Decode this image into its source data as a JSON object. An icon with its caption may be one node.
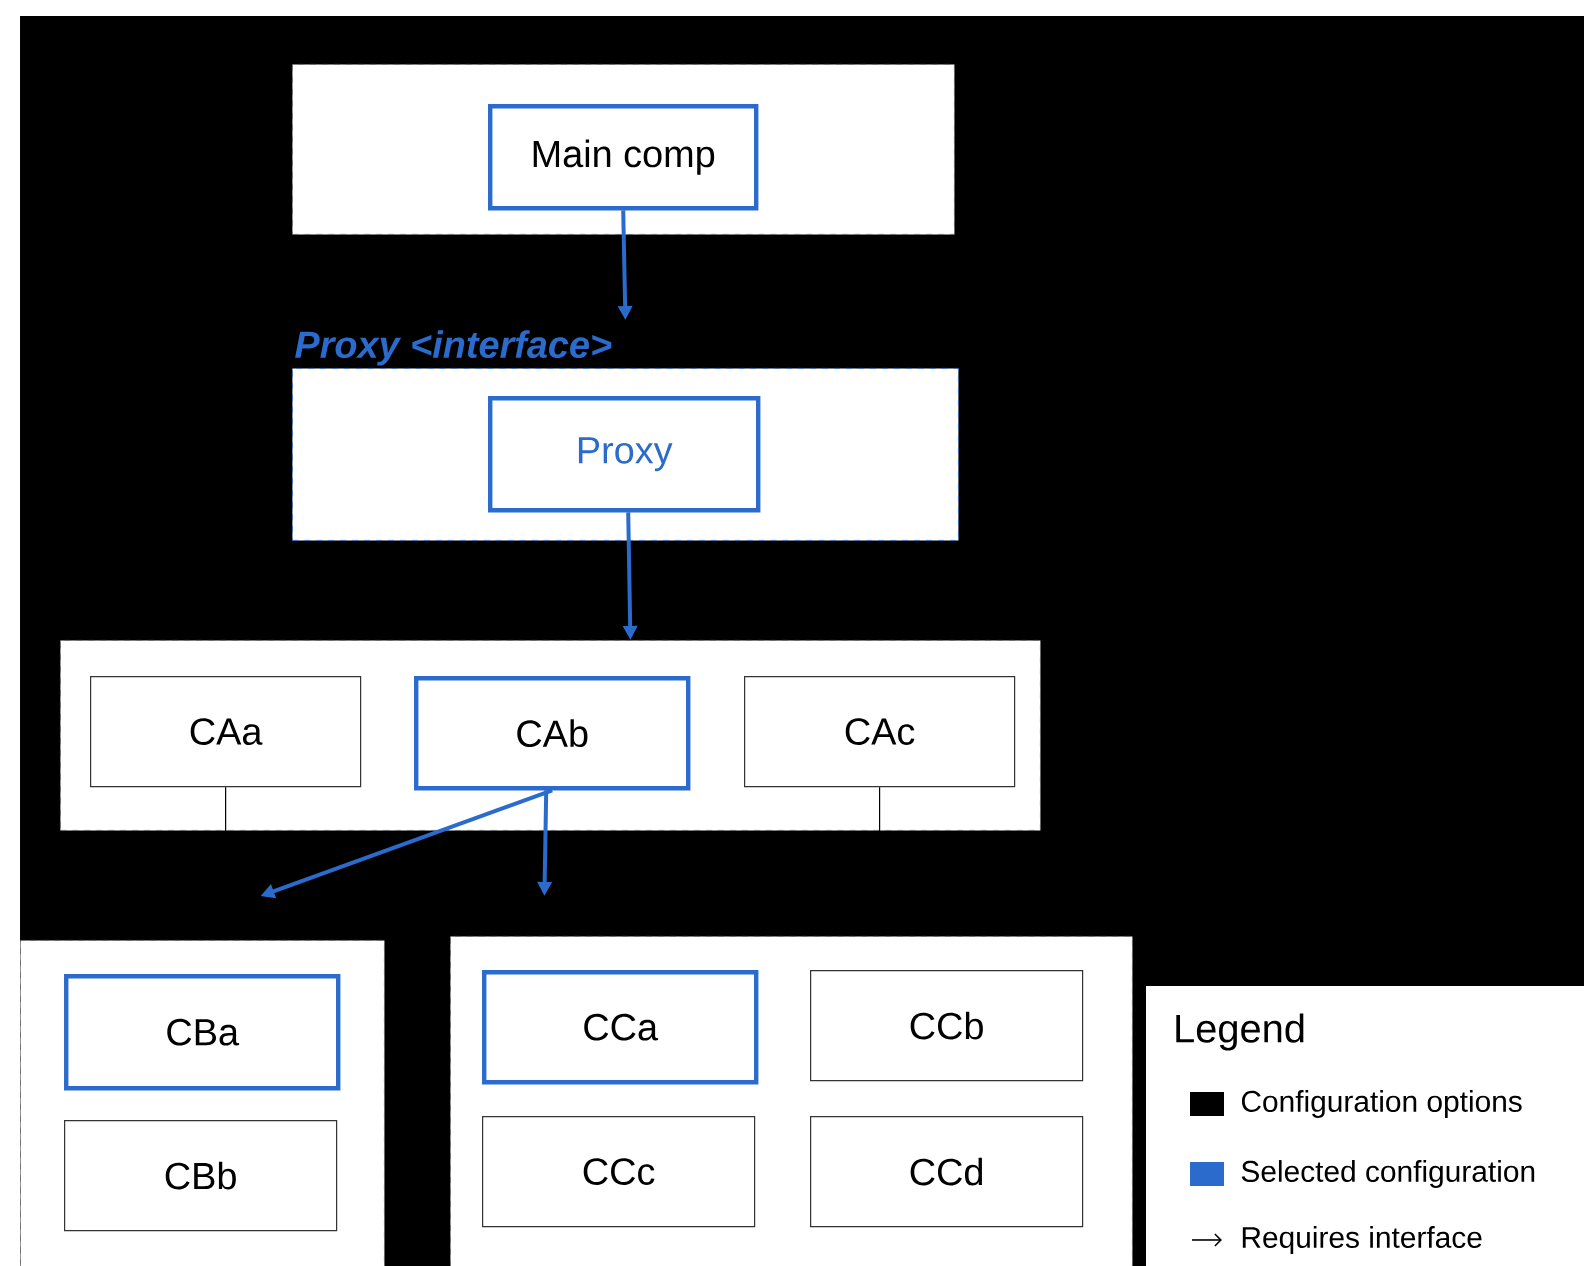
{
  "diagram": {
    "nodes": [
      {
        "text": [],
        "shape": "box"
      },
      {
        "text": [
          "Main comp"
        ],
        "in": 0
      },
      {
        "text": [
          "Proxy <interface>"
        ]
      },
      {
        "text": [
          "Proxy"
        ],
        "in": 2
      },
      {
        "text": [],
        "shape": "box"
      },
      {
        "text": [
          "CAa"
        ],
        "in": 4
      },
      {
        "text": [
          "CAb"
        ],
        "in": 4
      },
      {
        "text": [
          "CAc"
        ],
        "in": 4
      },
      {
        "text": [],
        "shape": "box"
      },
      {
        "text": [
          "CBa"
        ],
        "in": 8
      },
      {
        "text": [
          "CBb"
        ],
        "in": 8
      },
      {
        "text": [],
        "shape": "box"
      },
      {
        "text": [
          "CCa"
        ],
        "in": 11
      },
      {
        "text": [
          "CCb"
        ],
        "in": 11
      },
      {
        "text": [
          "CCc"
        ],
        "in": 11
      },
      {
        "text": [
          "CCd"
        ],
        "in": 11
      }
    ],
    "edges": [
      {
        "from": 1,
        "to": 2,
        "arrow": "to"
      },
      {
        "from": 3,
        "to": 4,
        "arrow": "to"
      },
      {
        "from": 6,
        "to": 8,
        "arrow": "to"
      },
      {
        "from": 6,
        "to": 11,
        "arrow": "to"
      },
      {
        "from": 5,
        "to": null,
        "arrow": "none",
        "color": "#000000"
      },
      {
        "from": 7,
        "to": null,
        "arrow": "none",
        "color": "#000000"
      }
    ],
    "labels": [
      "Legend"
    ],
    "legend": [
      {
        "text": "Configuration options",
        "color": "#000000"
      },
      {
        "text": "Selected configuration",
        "color": "#2a6bcc"
      },
      {
        "text": "Requires interface"
      }
    ]
  }
}
